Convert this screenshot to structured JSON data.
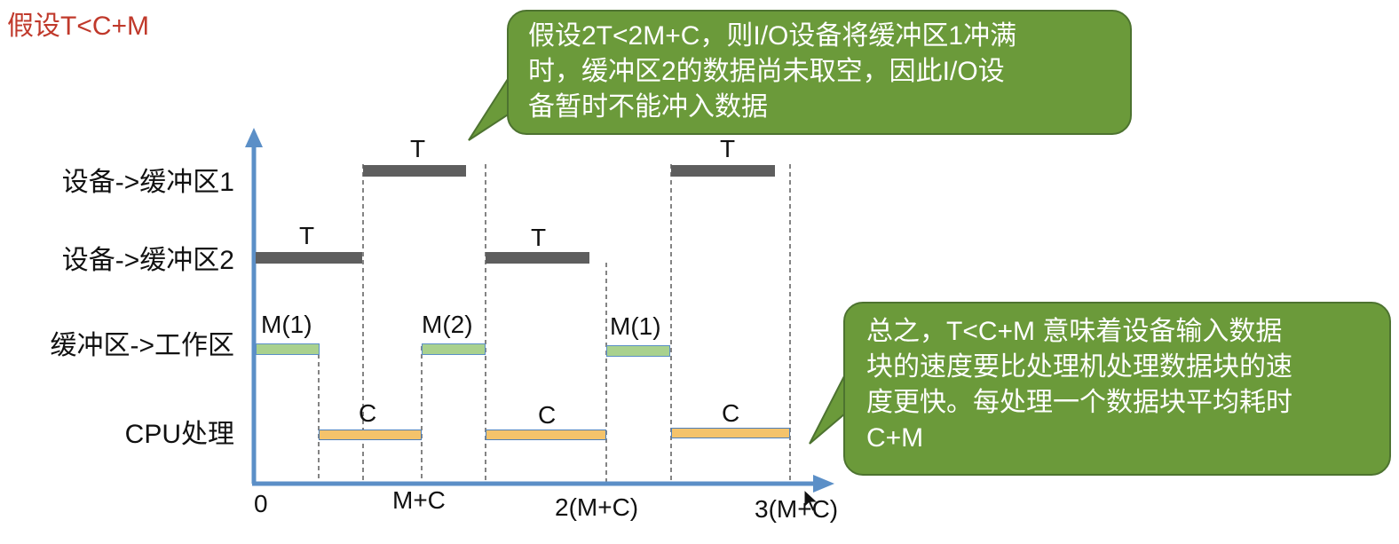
{
  "title": "假设T<C+M",
  "rows": {
    "dev_buf1": "设备->缓冲区1",
    "dev_buf2": "设备->缓冲区2",
    "buf_work": "缓冲区->工作区",
    "cpu": "CPU处理"
  },
  "axis_ticks": {
    "t0": "0",
    "t1": "M+C",
    "t2": "2(M+C)",
    "t3": "3(M+C)"
  },
  "bar_labels": {
    "buf1_a": "T",
    "buf1_b": "T",
    "buf2_a": "T",
    "buf2_b": "T",
    "mov_1": "M(1)",
    "mov_2": "M(2)",
    "mov_3": "M(1)",
    "cpu_1": "C",
    "cpu_2": "C",
    "cpu_3": "C"
  },
  "callout_top": {
    "line1": "假设2T<2M+C，则I/O设备将缓冲区1冲满",
    "line2": "时，缓冲区2的数据尚未取空，因此I/O设",
    "line3": "备暂时不能冲入数据"
  },
  "callout_bottom": {
    "line1": "总之，T<C+M 意味着设备输入数据",
    "line2": "块的速度要比处理机处理数据块的速",
    "line3": "度更快。每处理一个数据块平均耗时",
    "line4": "C+M"
  },
  "colors": {
    "axis": "#5b8fc7",
    "device_bar": "#5e5e5e",
    "move_bar": "#a9d18e",
    "cpu_bar": "#f4c36b",
    "callout_fill": "#6b9a3a",
    "title": "#c0392b"
  }
}
